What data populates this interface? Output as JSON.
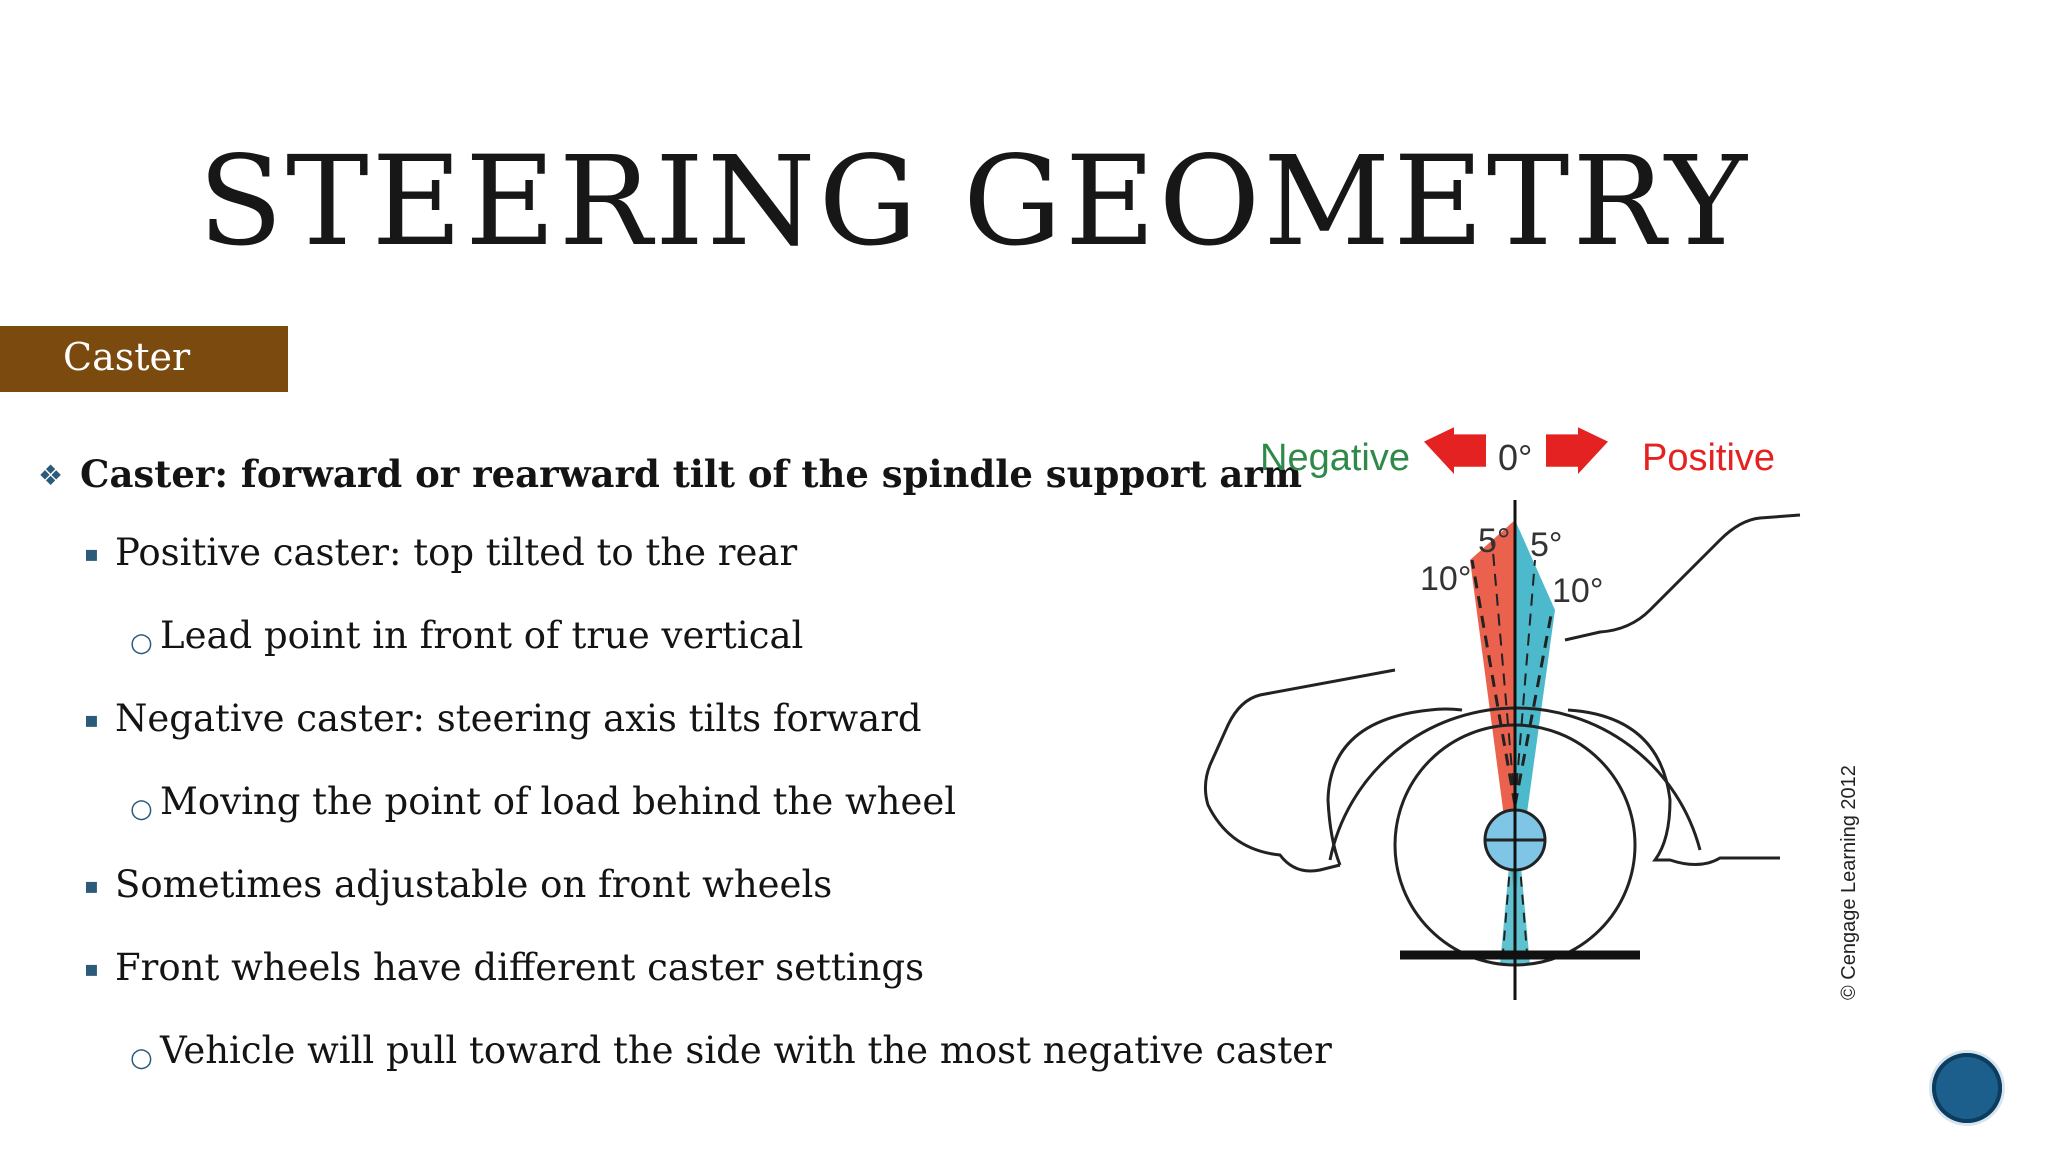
{
  "slide": {
    "title": "STEERING GEOMETRY",
    "section_label": "Caster"
  },
  "bullets": [
    {
      "level": 1,
      "text": "Caster: forward or rearward tilt of the spindle support arm"
    },
    {
      "level": 2,
      "text": "Positive caster: top tilted to the rear"
    },
    {
      "level": 3,
      "text": "Lead point in front of true vertical"
    },
    {
      "level": 2,
      "text": "Negative caster: steering axis tilts forward"
    },
    {
      "level": 3,
      "text": "Moving the point of load behind the wheel"
    },
    {
      "level": 2,
      "text": "Sometimes adjustable on front wheels"
    },
    {
      "level": 2,
      "text": "Front wheels have different caster settings"
    },
    {
      "level": 3,
      "text": "Vehicle will pull toward the side with the most negative caster"
    }
  ],
  "diagram": {
    "negative_label": "Negative",
    "positive_label": "Positive",
    "zero_label": "0°",
    "neg_5_label": "5°",
    "neg_10_label": "10°",
    "pos_5_label": "5°",
    "pos_10_label": "10°",
    "copyright": "© Cengage Learning 2012",
    "colors": {
      "negative": "#e8513a",
      "positive": "#38b3c6",
      "arrow": "#e52222",
      "negative_text": "#2f8a4a",
      "positive_text": "#e52222",
      "hub": "#7fc6e6"
    }
  },
  "colors": {
    "section_tab": "#7b4a0f",
    "bullet_marker": "#2c5a7a"
  }
}
